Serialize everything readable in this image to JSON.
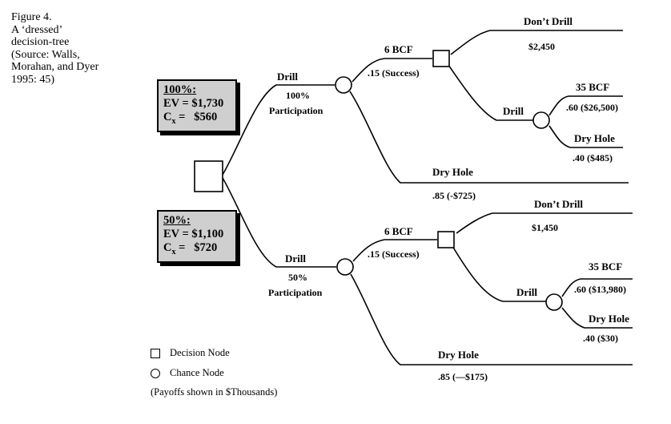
{
  "caption": {
    "lines": [
      "Figure 4.",
      "A ‘dressed’",
      "decision-tree",
      "(Source: Walls,",
      "Morahan, and Dyer",
      "1995: 45)"
    ]
  },
  "ev_boxes": [
    {
      "pct": "100%:",
      "ev": "EV = $1,730",
      "cx_label": "C",
      "cx_sub": "x",
      "cx_value": " =   $560"
    },
    {
      "pct": "50%:",
      "ev": "EV = $1,100",
      "cx_label": "C",
      "cx_sub": "x",
      "cx_value": " =   $720"
    }
  ],
  "upper": {
    "drill": "Drill",
    "participation_pct": "100%",
    "participation": "Participation",
    "bcf": "6 BCF",
    "success": ".15 (Success)",
    "dont_drill": "Don’t Drill",
    "dont_drill_value": "$2,450",
    "drill2": "Drill",
    "bcf35": "35 BCF",
    "bcf35_value": ".60 ($26,500)",
    "dry_hole_inner": "Dry Hole",
    "dry_hole_inner_value": ".40 ($485)",
    "dry_hole": "Dry Hole",
    "dry_hole_value": ".85 (-$725)"
  },
  "lower": {
    "drill": "Drill",
    "participation_pct": "50%",
    "participation": "Participation",
    "bcf": "6 BCF",
    "success": ".15 (Success)",
    "dont_drill": "Don’t Drill",
    "dont_drill_value": "$1,450",
    "drill2": "Drill",
    "bcf35": "35 BCF",
    "bcf35_value": ".60 ($13,980)",
    "dry_hole_inner": "Dry Hole",
    "dry_hole_inner_value": ".40 ($30)",
    "dry_hole": "Dry Hole",
    "dry_hole_value": ".85 (—$175)"
  },
  "legend": {
    "decision_node": "Decision Node",
    "chance_node": "Chance Node",
    "note": "(Payoffs shown in $Thousands)"
  }
}
